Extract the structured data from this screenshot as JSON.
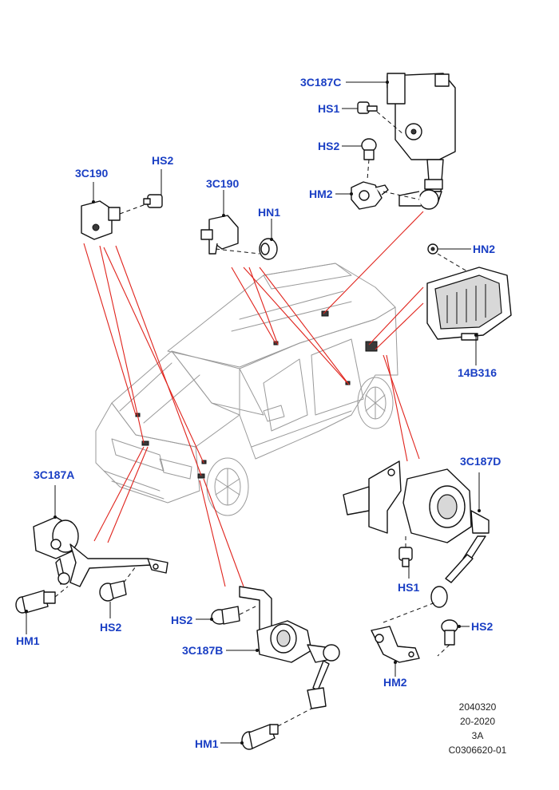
{
  "labels": {
    "c187c": "3C187C",
    "hs1_top": "HS1",
    "hs2_top": "HS2",
    "hm2_top": "HM2",
    "c190_left": "3C190",
    "hs2_left": "HS2",
    "c190_mid": "3C190",
    "hn1": "HN1",
    "hn2": "HN2",
    "b316": "14B316",
    "c187a": "3C187A",
    "hm1_left": "HM1",
    "hs2_bl": "HS2",
    "c187d": "3C187D",
    "hs1_right": "HS1",
    "hs2_right": "HS2",
    "hm2_right": "HM2",
    "hs2_bottom": "HS2",
    "c187b": "3C187B",
    "hm1_bottom": "HM1"
  },
  "reference": {
    "line1": "2040320",
    "line2": "20-2020",
    "line3": "3A",
    "line4": "C0306620-01"
  },
  "colors": {
    "label": "#1a3fc4",
    "callout_line": "#e0231c",
    "line_art": "#111111",
    "vehicle": "#9a9a9a"
  }
}
